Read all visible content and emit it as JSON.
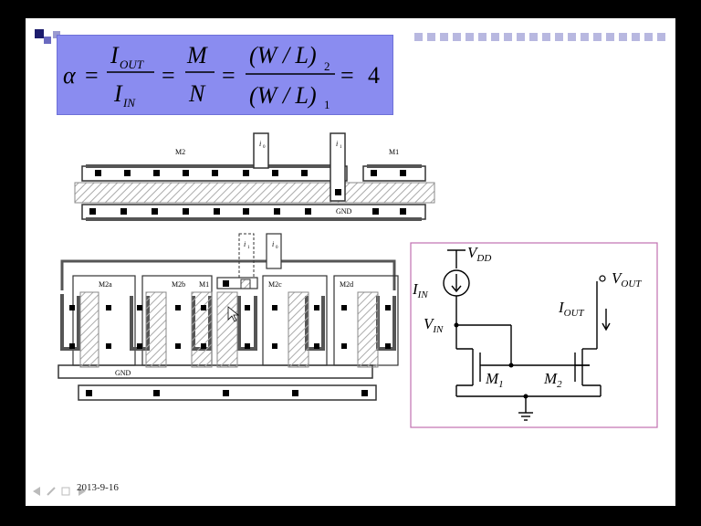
{
  "equation": {
    "alpha": "α",
    "i_out": "I",
    "i_out_sub": "OUT",
    "i_in": "I",
    "i_in_sub": "IN",
    "m": "M",
    "n": "N",
    "wl_open": "(W / L)",
    "sub2": "2",
    "sub1": "1",
    "eq": "=",
    "result": "4"
  },
  "layout1": {
    "m2": "M2",
    "m1": "M1",
    "i0": "i",
    "i0_sub": "0",
    "i1": "i",
    "i1_sub": "1",
    "gnd": "GND"
  },
  "layout2": {
    "m2a": "M2a",
    "m2b": "M2b",
    "m1": "M1",
    "m2c": "M2c",
    "m2d": "M2d",
    "i1": "i",
    "i1_sub": "1",
    "i0": "i",
    "i0_sub": "0",
    "gnd": "GND"
  },
  "schematic": {
    "v": "V",
    "dd": "DD",
    "i": "I",
    "in": "IN",
    "out": "OUT",
    "m": "M",
    "s1": "1",
    "s2": "2",
    "border_color": "#c070b0"
  },
  "footer": {
    "date": "2013-9-16"
  },
  "colors": {
    "eq_box": "#8a8cf0",
    "poly_hatch": "#bbbbbb",
    "metal": "#444444"
  }
}
